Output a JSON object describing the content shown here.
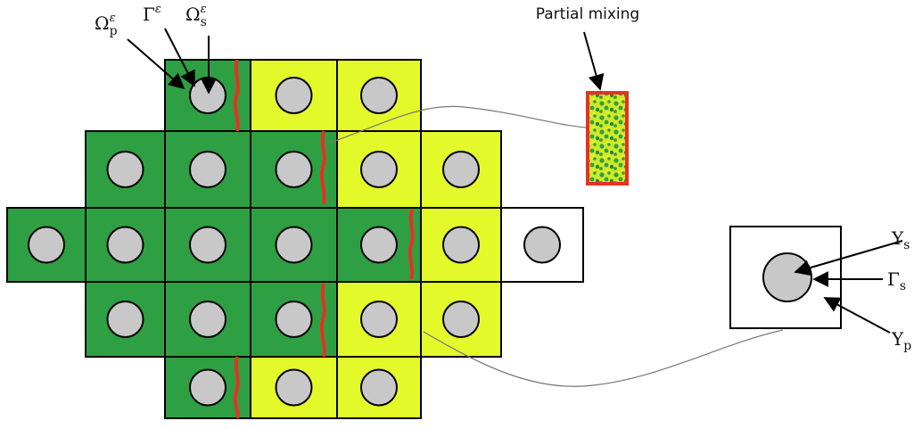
{
  "colors": {
    "dark_green": "#2ea043",
    "light_yellow": "#e4f92a",
    "empty": "#ffffff",
    "inclusion": "#c8c8c8",
    "interface": "#e53224",
    "box_outline": "#e53224"
  },
  "grid": {
    "rows": [
      [
        "empty",
        "empty",
        "dark_green",
        "light_yellow",
        "light_yellow",
        "empty",
        "empty"
      ],
      [
        "empty",
        "dark_green",
        "dark_green",
        "dark_green",
        "light_yellow",
        "light_yellow",
        "empty"
      ],
      [
        "dark_green",
        "dark_green",
        "dark_green",
        "dark_green",
        "dark_green",
        "light_yellow",
        "empty"
      ],
      [
        "empty",
        "dark_green",
        "dark_green",
        "dark_green",
        "light_yellow",
        "light_yellow",
        "empty"
      ],
      [
        "empty",
        "empty",
        "dark_green",
        "light_yellow",
        "light_yellow",
        "empty",
        "empty"
      ]
    ]
  },
  "labels": {
    "partial_mixing": "Partial mixing",
    "omega_p": {
      "base": "Ω",
      "sub": "p",
      "sup": "ε"
    },
    "gamma_eps": {
      "base": "Γ",
      "sup": "ε"
    },
    "omega_s": {
      "base": "Ω",
      "sub": "s",
      "sup": "ε"
    },
    "y_s": {
      "base": "Y",
      "sub": "s"
    },
    "gamma_s": {
      "base": "Γ",
      "sub": "s"
    },
    "y_p": {
      "base": "Y",
      "sub": "p"
    }
  }
}
